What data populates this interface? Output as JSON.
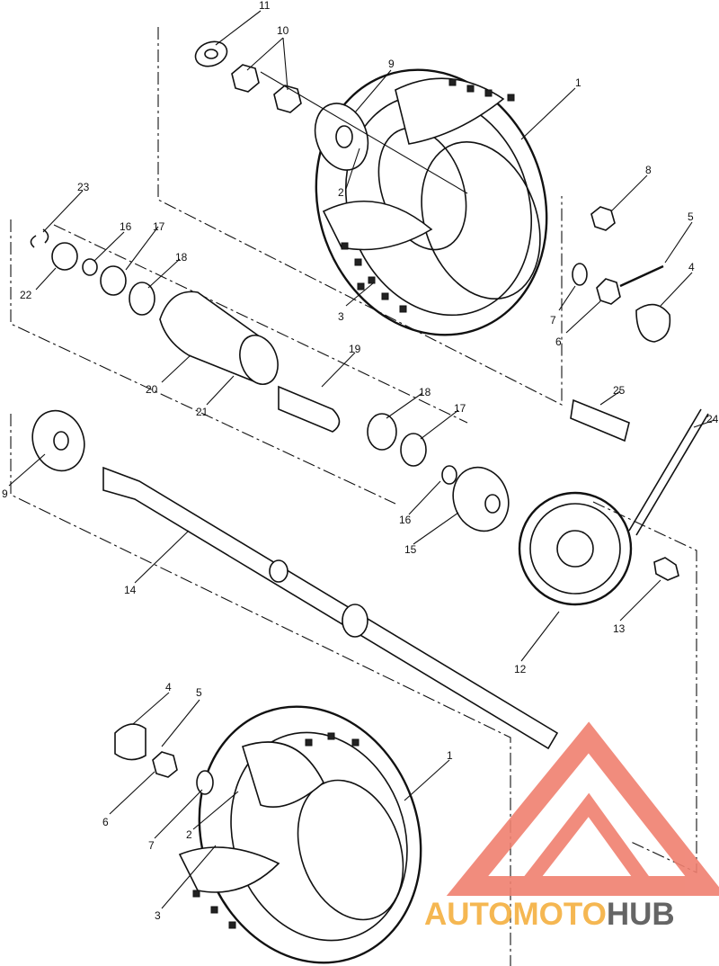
{
  "diagram": {
    "callouts": [
      {
        "id": "c11",
        "label": "11"
      },
      {
        "id": "c10",
        "label": "10"
      },
      {
        "id": "c9a",
        "label": "9"
      },
      {
        "id": "c1a",
        "label": "1"
      },
      {
        "id": "c2a",
        "label": "2"
      },
      {
        "id": "c8",
        "label": "8"
      },
      {
        "id": "c5a",
        "label": "5"
      },
      {
        "id": "c4a",
        "label": "4"
      },
      {
        "id": "c7a",
        "label": "7"
      },
      {
        "id": "c6a",
        "label": "6"
      },
      {
        "id": "c3a",
        "label": "3"
      },
      {
        "id": "c23",
        "label": "23"
      },
      {
        "id": "c22",
        "label": "22"
      },
      {
        "id": "c16a",
        "label": "16"
      },
      {
        "id": "c17a",
        "label": "17"
      },
      {
        "id": "c18a",
        "label": "18"
      },
      {
        "id": "c20",
        "label": "20"
      },
      {
        "id": "c21",
        "label": "21"
      },
      {
        "id": "c19",
        "label": "19"
      },
      {
        "id": "c18b",
        "label": "18"
      },
      {
        "id": "c17b",
        "label": "17"
      },
      {
        "id": "c25",
        "label": "25"
      },
      {
        "id": "c24",
        "label": "24"
      },
      {
        "id": "c9b",
        "label": "9"
      },
      {
        "id": "c16b",
        "label": "16"
      },
      {
        "id": "c15",
        "label": "15"
      },
      {
        "id": "c14",
        "label": "14"
      },
      {
        "id": "c13",
        "label": "13"
      },
      {
        "id": "c12",
        "label": "12"
      },
      {
        "id": "c4b",
        "label": "4"
      },
      {
        "id": "c5b",
        "label": "5"
      },
      {
        "id": "c1b",
        "label": "1"
      },
      {
        "id": "c6b",
        "label": "6"
      },
      {
        "id": "c7b",
        "label": "7"
      },
      {
        "id": "c2b",
        "label": "2"
      },
      {
        "id": "c3b",
        "label": "3"
      }
    ]
  },
  "watermark": {
    "text_part1": "AUTOMOTO",
    "text_part2": "HUB",
    "color_primary": "#f08070",
    "color_secondary": "#f4b040",
    "color_tertiary": "#555555"
  }
}
